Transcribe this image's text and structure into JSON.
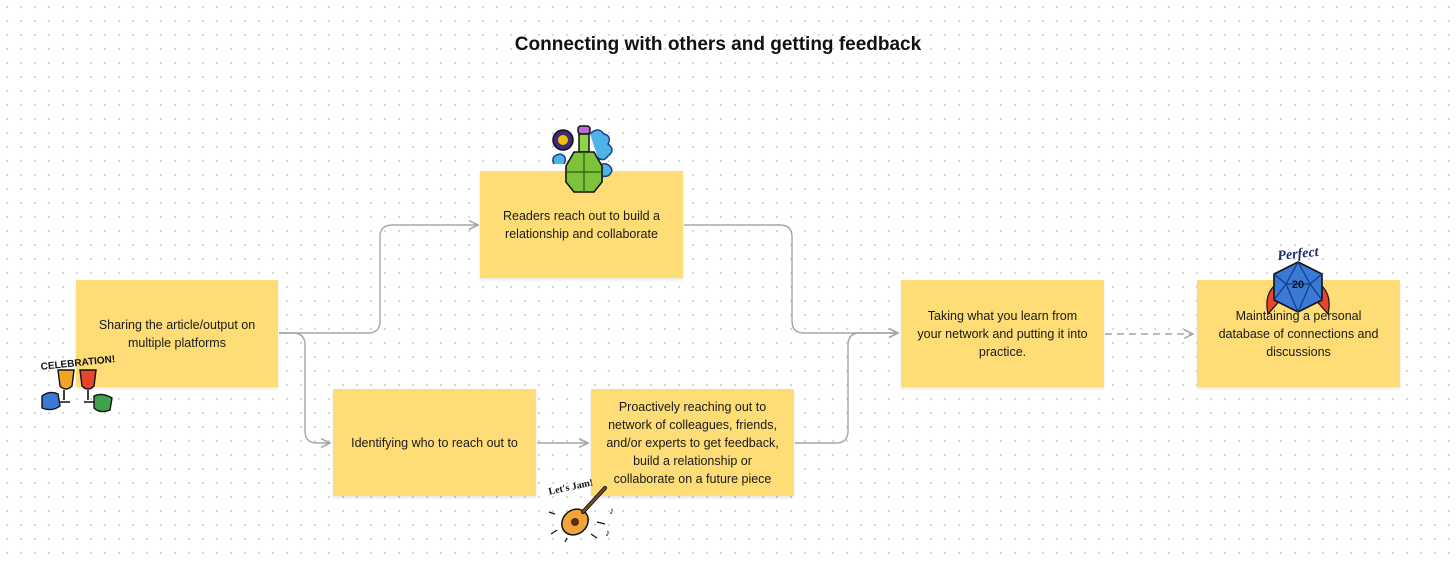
{
  "title": "Connecting with others and getting feedback",
  "colors": {
    "note": "#fedc76",
    "connector": "#a6a6a6",
    "background": "#ffffff"
  },
  "notes": [
    {
      "id": "share",
      "text": "Sharing the article/output on multiple platforms"
    },
    {
      "id": "readers",
      "text": "Readers reach out to build a relationship and collaborate"
    },
    {
      "id": "identify",
      "text": "Identifying who to reach out to"
    },
    {
      "id": "proactive",
      "text": "Proactively reaching out to network of colleagues, friends, and/or experts  to get feedback, build a relationship or collaborate on a future piece"
    },
    {
      "id": "taking",
      "text": "Taking what you learn from your network and putting it into practice."
    },
    {
      "id": "database",
      "text": "Maintaining a personal database of connections and discussions"
    }
  ],
  "stickers": {
    "celebration": {
      "text": "CELEBRATION!",
      "icon": "toasting-goblets-icon"
    },
    "potion": {
      "icon": "potion-bottle-icon"
    },
    "lute": {
      "text": "Let's Jam!",
      "icon": "lute-icon"
    },
    "dice": {
      "text": "Perfect",
      "value": "20",
      "icon": "d20-dice-icon"
    }
  },
  "edges": [
    {
      "from": "share",
      "to": "readers",
      "style": "solid"
    },
    {
      "from": "share",
      "to": "identify",
      "style": "solid"
    },
    {
      "from": "identify",
      "to": "proactive",
      "style": "solid"
    },
    {
      "from": "readers",
      "to": "taking",
      "style": "solid"
    },
    {
      "from": "proactive",
      "to": "taking",
      "style": "solid"
    },
    {
      "from": "taking",
      "to": "database",
      "style": "dashed"
    }
  ]
}
